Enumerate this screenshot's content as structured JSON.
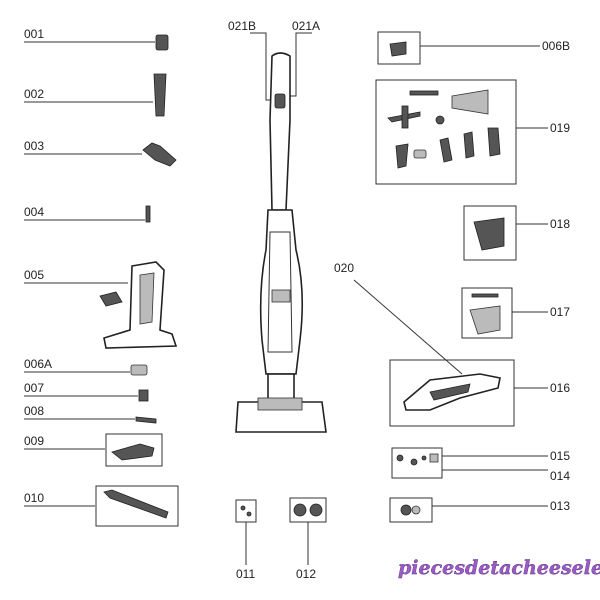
{
  "labels": {
    "p001": "001",
    "p002": "002",
    "p003": "003",
    "p004": "004",
    "p005": "005",
    "p006A": "006A",
    "p006B": "006B",
    "p007": "007",
    "p008": "008",
    "p009": "009",
    "p010": "010",
    "p011": "011",
    "p012": "012",
    "p013": "013",
    "p014": "014",
    "p015": "015",
    "p016": "016",
    "p017": "017",
    "p018": "018",
    "p019": "019",
    "p020": "020",
    "p021A": "021A",
    "p021B": "021B"
  },
  "watermark": "piecesdetacheeselec.com",
  "colors": {
    "line": "#333333",
    "watermark": "#9a5cc4"
  }
}
